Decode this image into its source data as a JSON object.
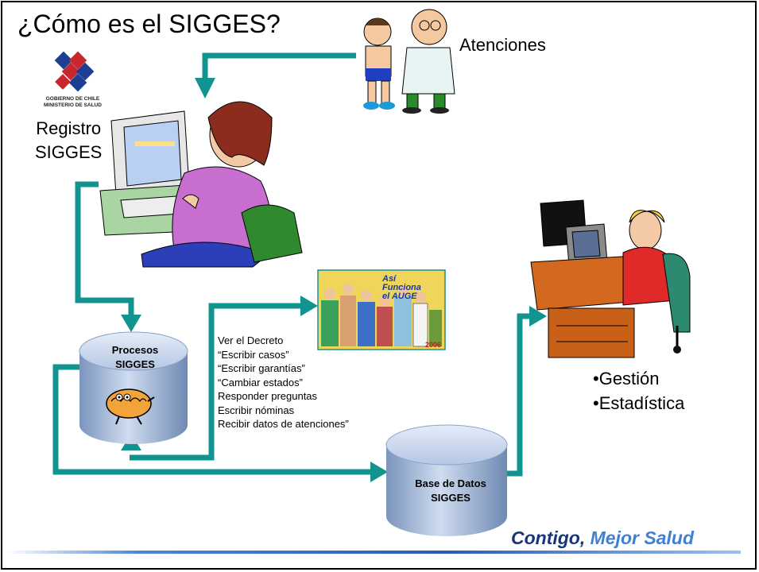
{
  "title": "¿Cómo es el SIGGES?",
  "atenciones_label": "Atenciones",
  "registro": {
    "line1": "Registro",
    "line2": "SIGGES"
  },
  "logo": {
    "line1": "GOBIERNO DE CHILE",
    "line2": "MINISTERIO DE SALUD"
  },
  "procesos": {
    "line1": "Procesos",
    "line2": "SIGGES"
  },
  "base_datos": {
    "line1": "Base de Datos",
    "line2": "SIGGES"
  },
  "steps": [
    "Ver el Decreto",
    "“Escribir casos”",
    "“Escribir garantías”",
    "“Cambiar estados”",
    "Responder preguntas",
    "Escribir nóminas",
    "Recibir datos de atenciones”"
  ],
  "outputs": [
    "•Gestión",
    "•Estadística"
  ],
  "poster": {
    "line1": "Así",
    "line2": "Funciona",
    "line3": "el AUGE",
    "year": "2006"
  },
  "slogan": {
    "part1": "Contigo, ",
    "part2": "Mejor Salud"
  },
  "colors": {
    "arrow": "#11938f",
    "cylinder": "#9ab4d8",
    "slogan_dark": "#17347c",
    "slogan_light": "#3f7fd4"
  }
}
